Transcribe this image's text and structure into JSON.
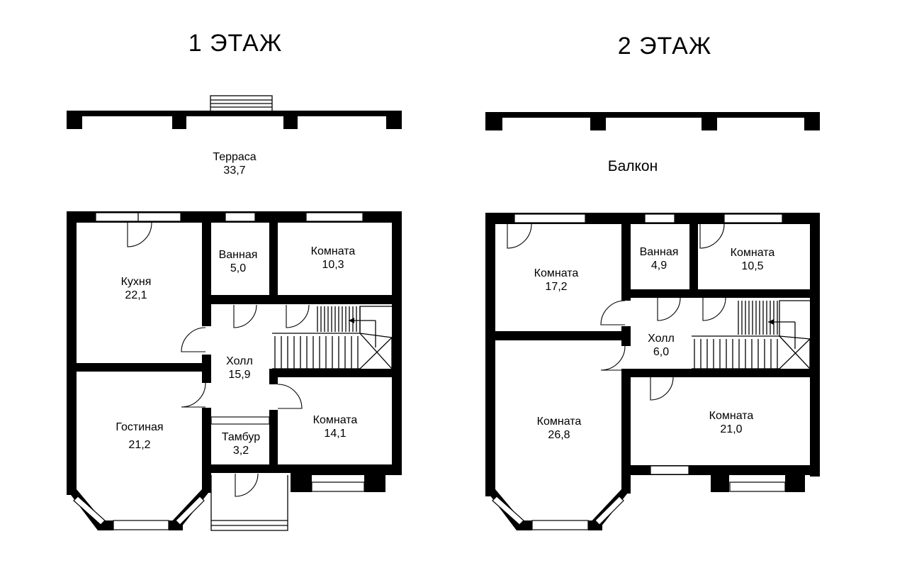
{
  "floors": [
    {
      "title": "1 ЭТАЖ",
      "rooms": [
        {
          "name": "Терраса",
          "area": "33,7"
        },
        {
          "name": "Кухня",
          "area": "22,1"
        },
        {
          "name": "Ванная",
          "area": "5,0"
        },
        {
          "name": "Комната",
          "area": "10,3"
        },
        {
          "name": "Холл",
          "area": "15,9"
        },
        {
          "name": "Гостиная",
          "area": "21,2"
        },
        {
          "name": "Тамбур",
          "area": "3,2"
        },
        {
          "name": "Комната",
          "area": "14,1"
        }
      ]
    },
    {
      "title": "2 ЭТАЖ",
      "rooms": [
        {
          "name": "Балкон",
          "area": ""
        },
        {
          "name": "Комната",
          "area": "17,2"
        },
        {
          "name": "Ванная",
          "area": "4,9"
        },
        {
          "name": "Комната",
          "area": "10,5"
        },
        {
          "name": "Холл",
          "area": "6,0"
        },
        {
          "name": "Комната",
          "area": "26,8"
        },
        {
          "name": "Комната",
          "area": "21,0"
        }
      ]
    }
  ]
}
